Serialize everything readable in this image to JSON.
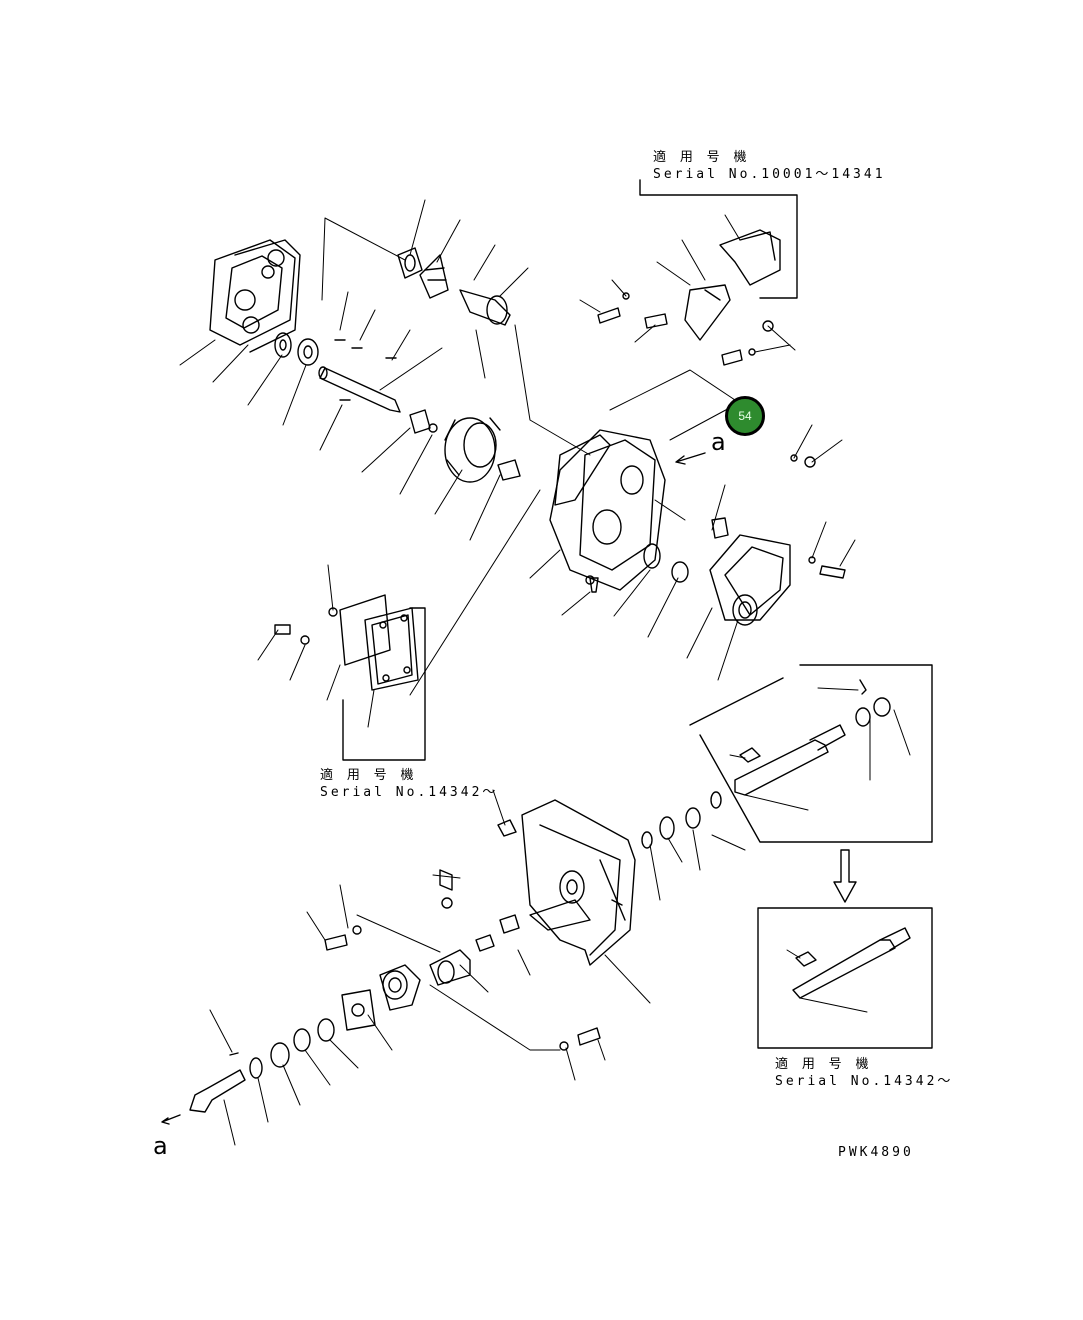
{
  "drawing": {
    "id": "PWK4890",
    "view_marker": "a",
    "callout": {
      "number": "54",
      "color": "#2e8b2e"
    },
    "notes": [
      {
        "label": "適 用 号 機",
        "serial": "Serial No.10001～14341"
      },
      {
        "label": "適 用 号 機",
        "serial": "Serial No.14342～"
      },
      {
        "label": "適 用 号 機",
        "serial": "Serial No.14342～"
      }
    ]
  }
}
